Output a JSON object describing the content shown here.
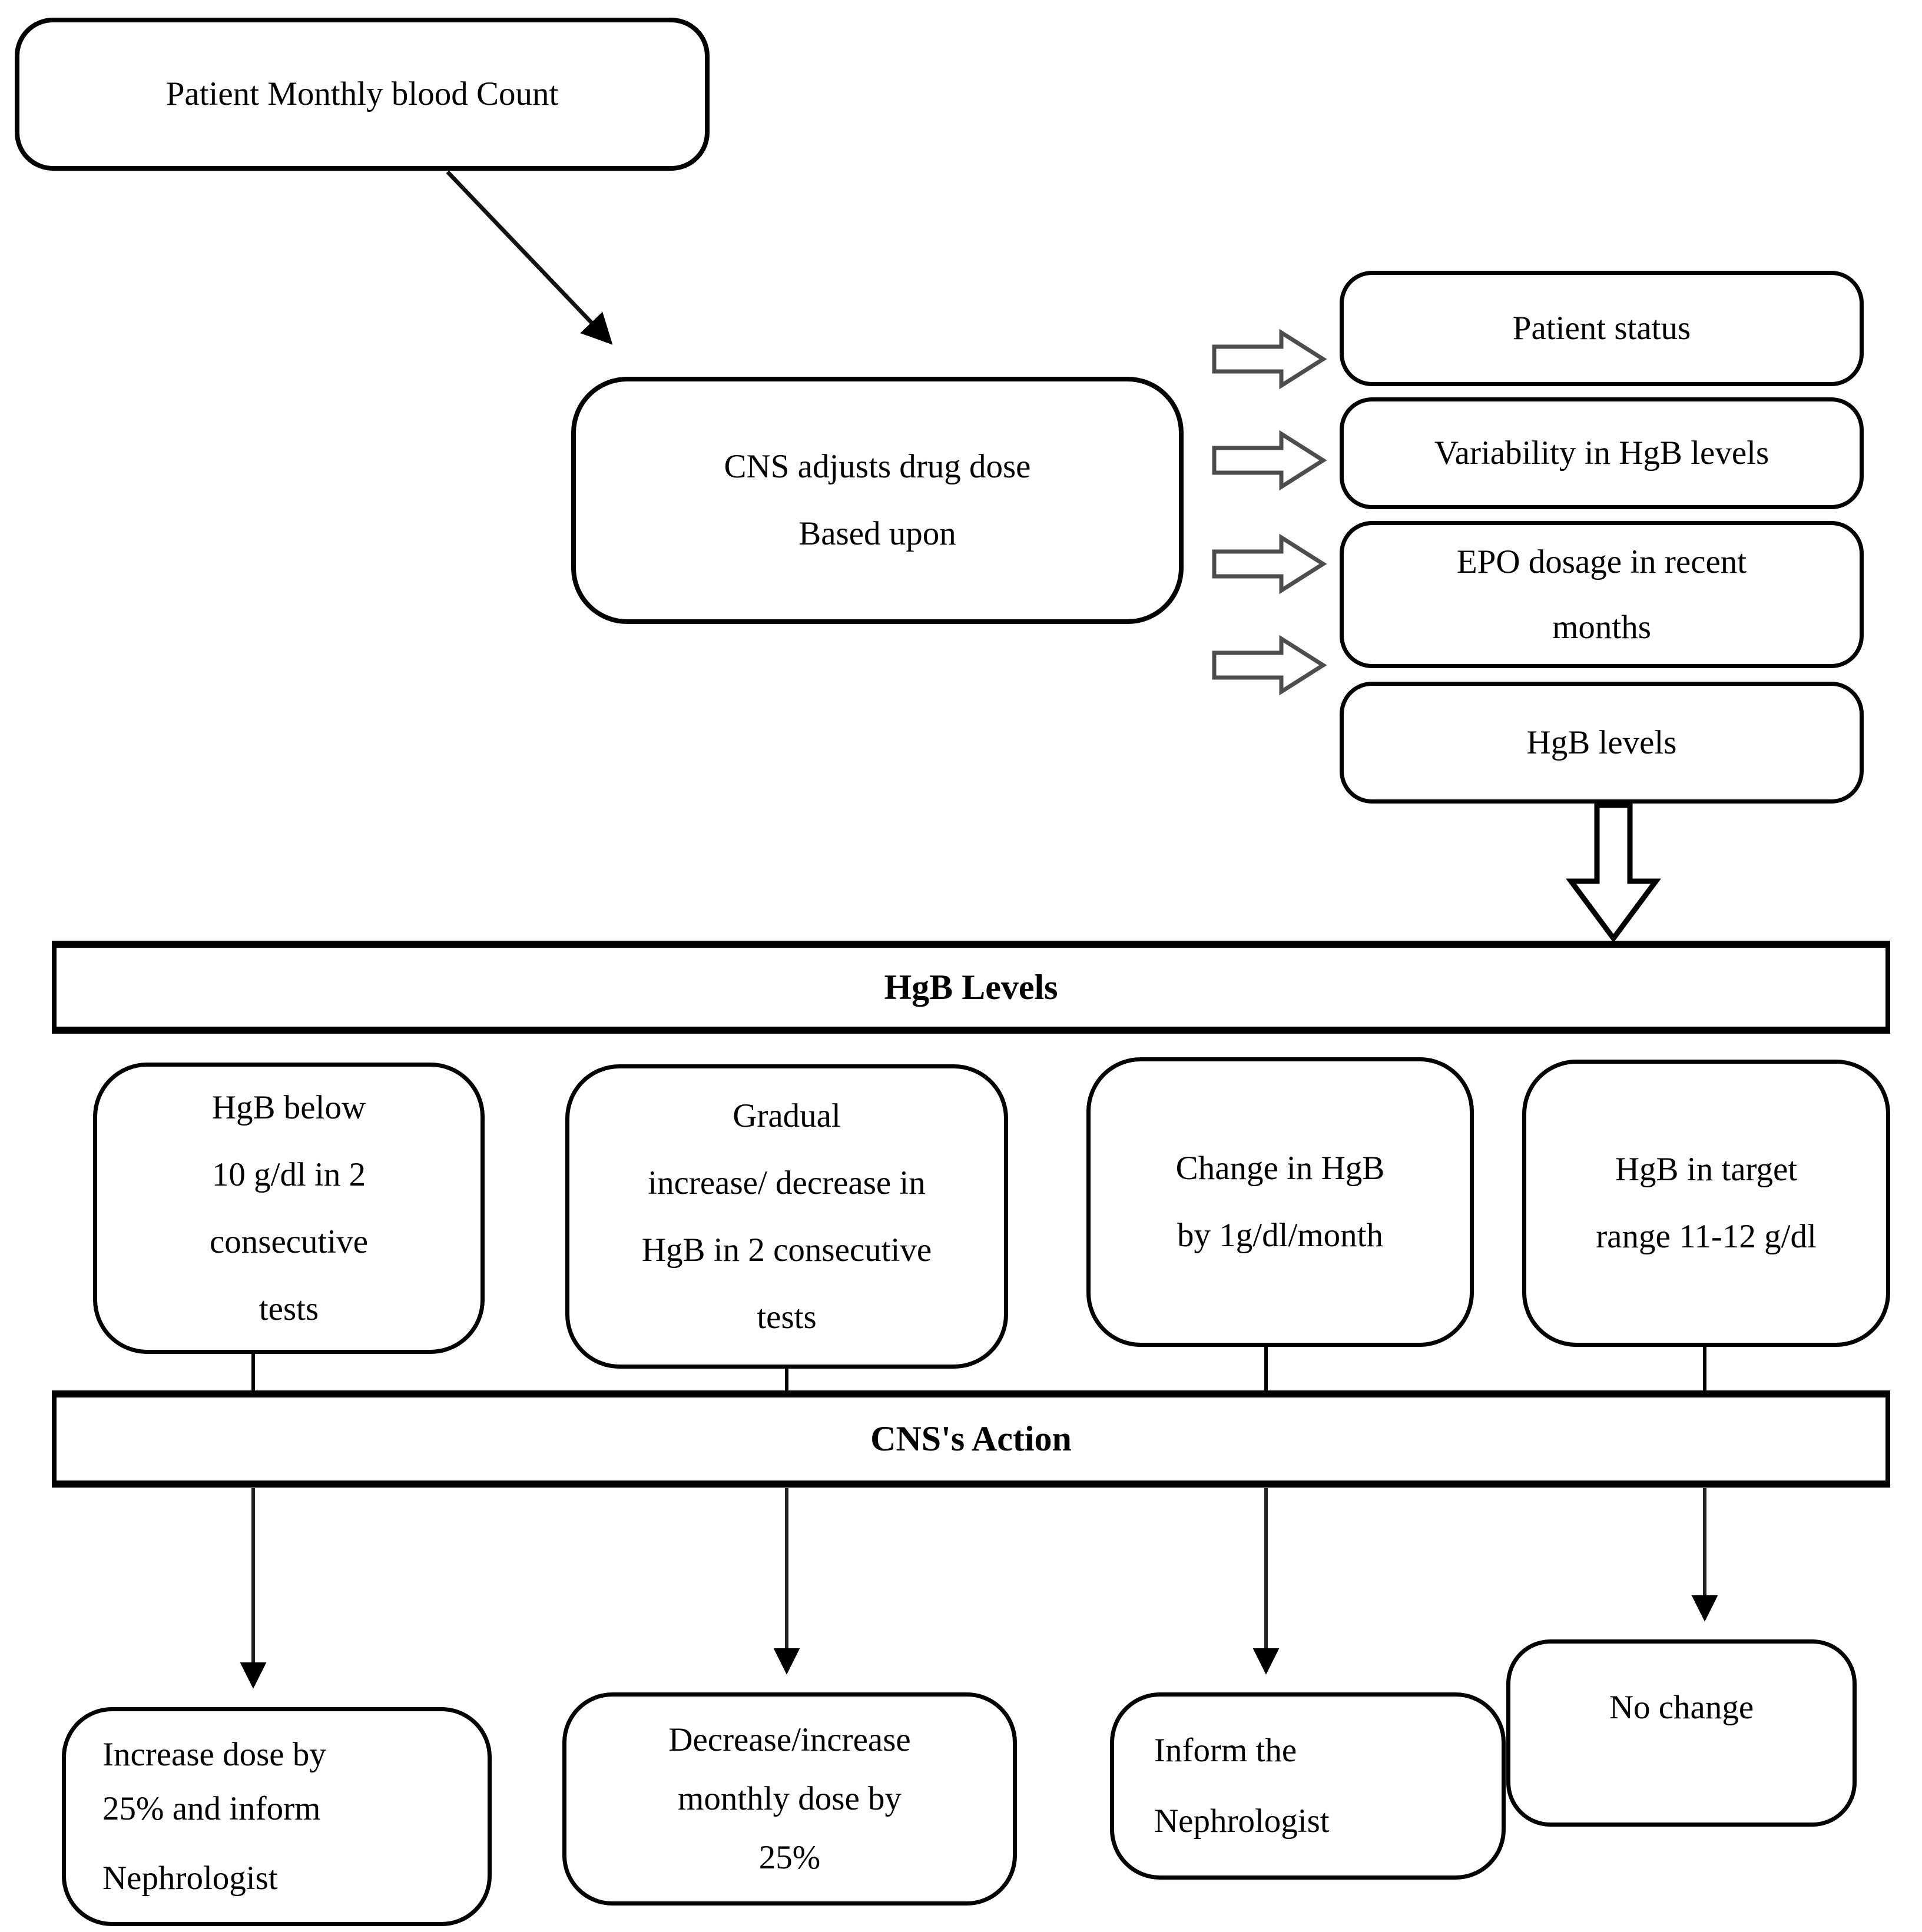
{
  "colors": {
    "ink": "#000000",
    "paper": "#ffffff",
    "block_arrow_outline": "#4d4d4d"
  },
  "nodes": {
    "blood_count": {
      "label": "Patient Monthly blood Count"
    },
    "cns": {
      "lines": [
        "CNS adjusts drug dose",
        "Based upon"
      ]
    },
    "factors": [
      {
        "lines": [
          "Patient status"
        ]
      },
      {
        "lines": [
          "Variability in HgB levels"
        ]
      },
      {
        "lines": [
          "EPO dosage in recent",
          "months"
        ]
      },
      {
        "lines": [
          "HgB levels"
        ]
      }
    ]
  },
  "banners": {
    "hgb_levels": "HgB Levels",
    "cns_action": "CNS's Action"
  },
  "conditions": [
    {
      "lines": [
        "HgB below",
        "10 g/dl in 2",
        "consecutive",
        "tests"
      ]
    },
    {
      "lines": [
        "Gradual",
        "increase/ decrease in",
        "HgB in 2 consecutive",
        "tests"
      ]
    },
    {
      "lines": [
        "Change in HgB",
        "by 1g/dl/month"
      ]
    },
    {
      "lines": [
        "HgB in target",
        "range  11-12 g/dl"
      ]
    }
  ],
  "actions": [
    {
      "lines": [
        "Increase dose by",
        "25% and inform",
        "Nephrologist"
      ]
    },
    {
      "lines": [
        "Decrease/increase",
        "monthly dose by",
        "25%"
      ]
    },
    {
      "lines": [
        "Inform the",
        "Nephrologist"
      ]
    },
    {
      "lines": [
        "No change"
      ]
    }
  ]
}
